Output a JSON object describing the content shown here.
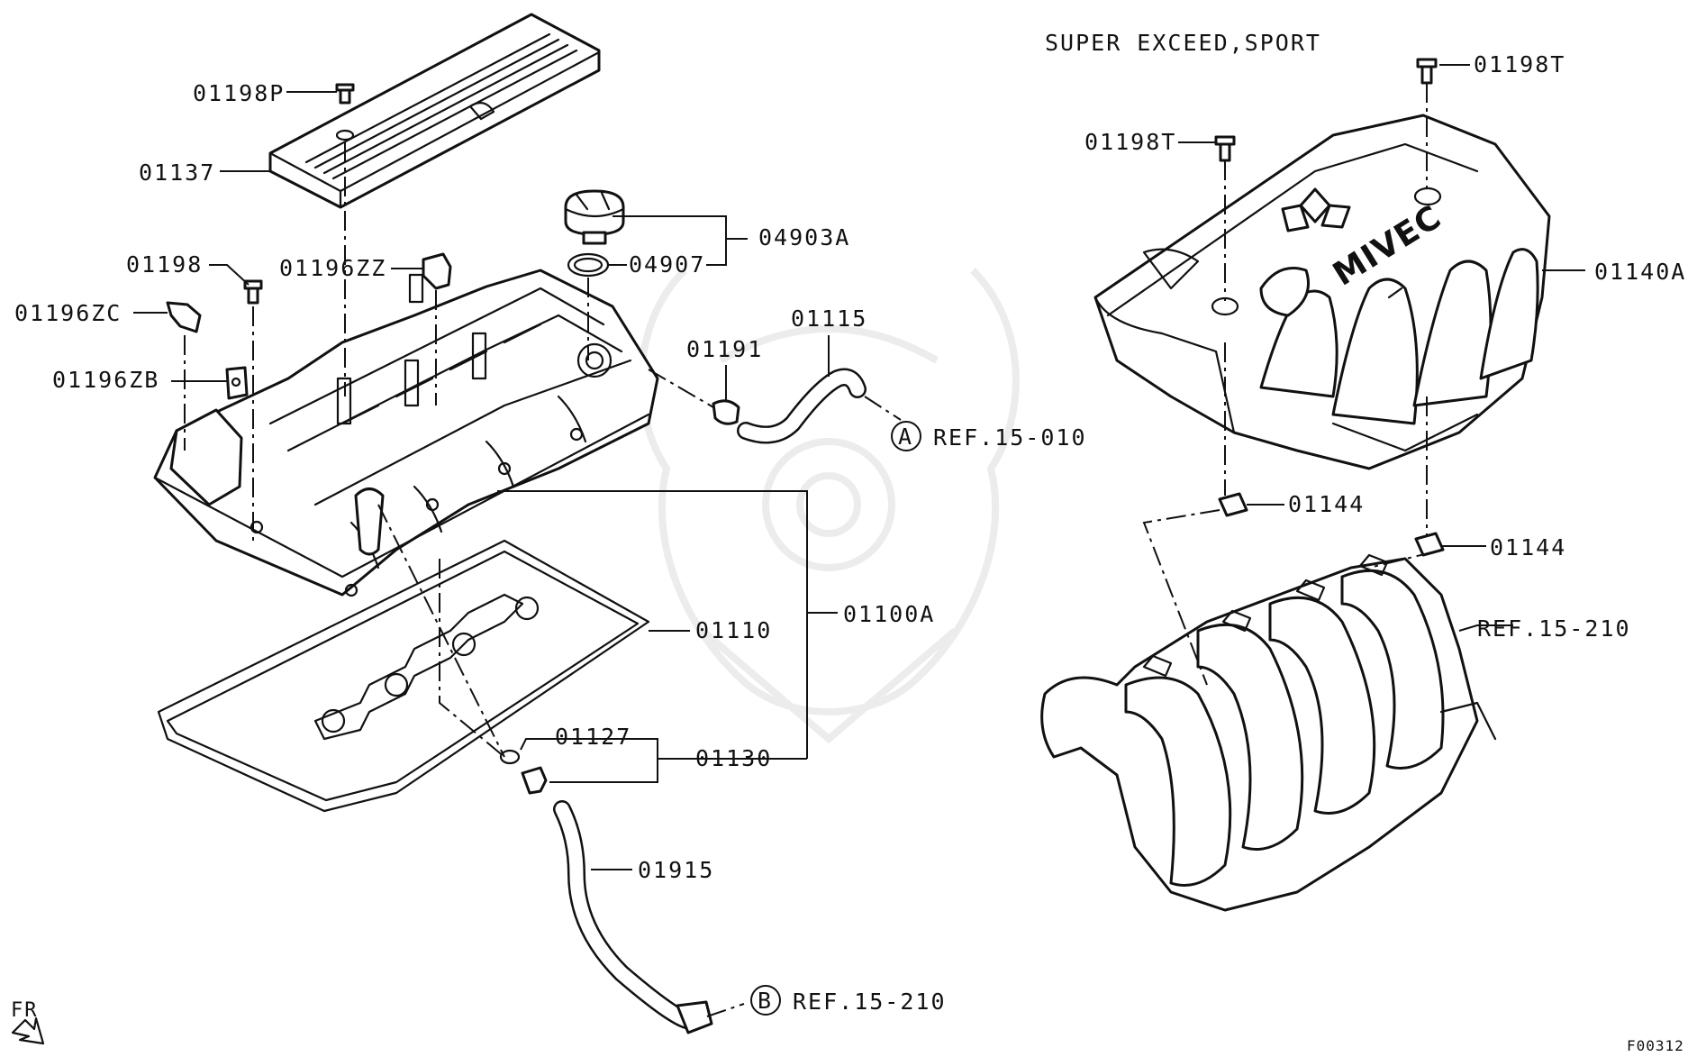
{
  "header": {
    "variant_note": "SUPER EXCEED,SPORT"
  },
  "callouts": {
    "p01198P": "01198P",
    "p01137": "01137",
    "p01198": "01198",
    "p01196ZZ": "01196ZZ",
    "p01196ZC": "01196ZC",
    "p01196ZB": "01196ZB",
    "p04903A": "04903A",
    "p04907": "04907",
    "p01191": "01191",
    "p01115": "01115",
    "p01100A": "01100A",
    "p01110": "01110",
    "p01127": "01127",
    "p01130": "01130",
    "p01915": "01915",
    "p01198T_top": "01198T",
    "p01198T_left": "01198T",
    "p01140A": "01140A",
    "p01144_left": "01144",
    "p01144_right": "01144"
  },
  "references": {
    "ref_a_marker": "A",
    "ref_a_text": "REF.15-010",
    "ref_b_marker": "B",
    "ref_b_text": "REF.15-210",
    "ref_manifold_text": "REF.15-210"
  },
  "orientation": {
    "front_label": "FR"
  },
  "logo": {
    "cover_lettering": "MIVEC"
  },
  "footer": {
    "figure_code": "F00312"
  }
}
